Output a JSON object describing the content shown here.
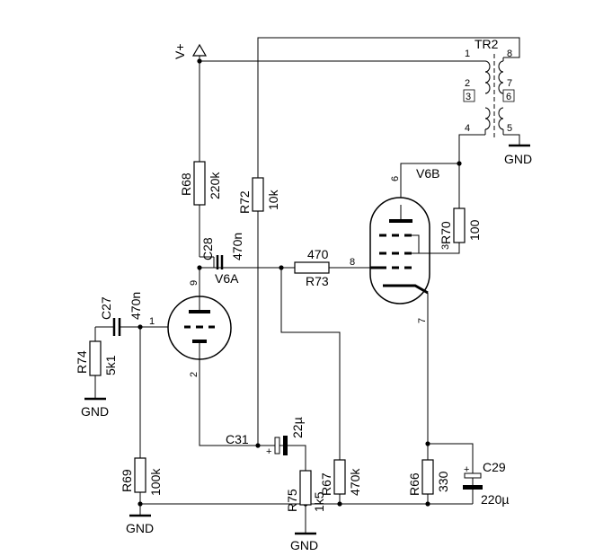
{
  "supply": {
    "label": "V+"
  },
  "transformer": {
    "ref": "TR2",
    "pins": [
      "1",
      "2",
      "3",
      "4",
      "5",
      "6",
      "7",
      "8"
    ]
  },
  "tubes": {
    "v6a": {
      "ref": "V6A",
      "pins": [
        "9",
        "1",
        "2"
      ]
    },
    "v6b": {
      "ref": "V6B",
      "pins": [
        "6",
        "3",
        "8",
        "7"
      ]
    }
  },
  "resistors": {
    "r68": {
      "ref": "R68",
      "value": "220k"
    },
    "r72": {
      "ref": "R72",
      "value": "10k"
    },
    "r73": {
      "ref": "R73",
      "value": "470"
    },
    "r70": {
      "ref": "R70",
      "value": "100"
    },
    "r74": {
      "ref": "R74",
      "value": "5k1"
    },
    "r69": {
      "ref": "R69",
      "value": "100k"
    },
    "r75": {
      "ref": "R75",
      "value": "1k5"
    },
    "r67": {
      "ref": "R67",
      "value": "470k"
    },
    "r66": {
      "ref": "R66",
      "value": "330"
    }
  },
  "capacitors": {
    "c28": {
      "ref": "C28",
      "value": "470n"
    },
    "c27": {
      "ref": "C27",
      "value": "470n"
    },
    "c31": {
      "ref": "C31",
      "value": "22µ"
    },
    "c29": {
      "ref": "C29",
      "value": "220µ"
    }
  },
  "ground": {
    "label": "GND"
  },
  "polarity": {
    "plus": "+"
  }
}
